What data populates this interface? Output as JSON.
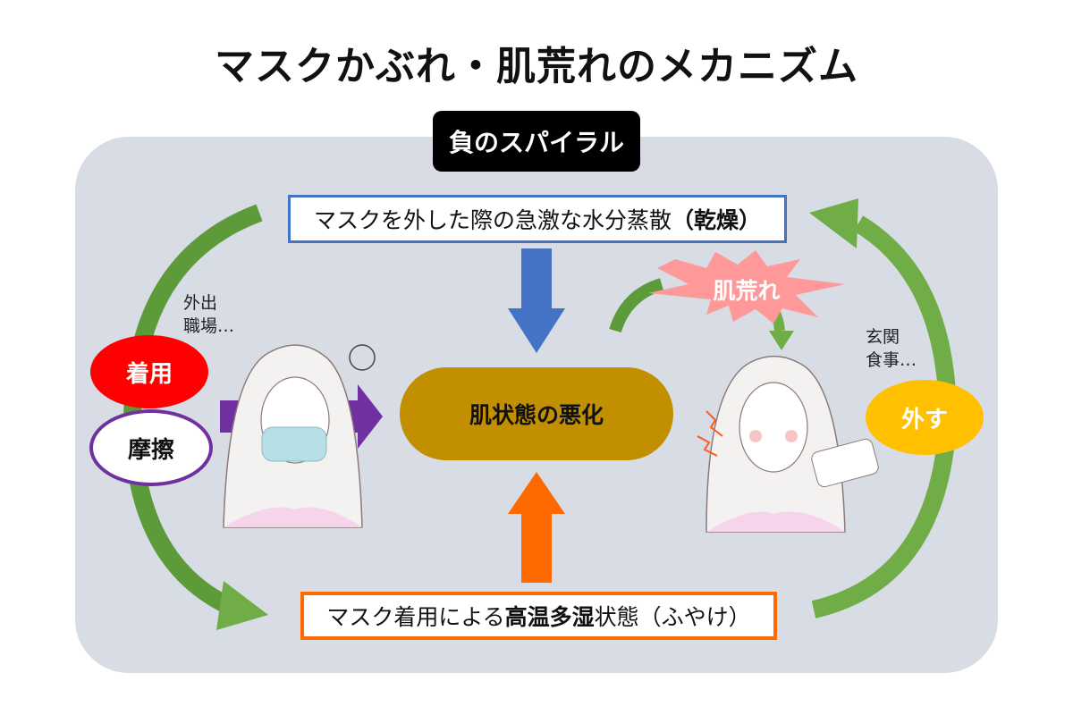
{
  "title": "マスクかぶれ・肌荒れのメカニズム",
  "badge": "負のスパイラル",
  "top_box": {
    "normal": "マスクを外した際の急激な水分蒸散",
    "bold": "（乾燥）"
  },
  "bottom_box": {
    "pre": "マスク着用による",
    "bold": "高温多湿",
    "post": "状態（ふやけ）"
  },
  "center": "肌状態の悪化",
  "left": {
    "wear": "着用",
    "friction": "摩擦",
    "note_line1": "外出",
    "note_line2": "職場…"
  },
  "right": {
    "remove": "外す",
    "burst": "肌荒れ",
    "note_line1": "玄関",
    "note_line2": "食事…"
  },
  "colors": {
    "panel": "#d7dce5",
    "top_border": "#4472c4",
    "bottom_border": "#ff6a00",
    "center_fill": "#c18f00",
    "wear_fill": "#ff0000",
    "friction_border": "#7030a0",
    "remove_fill": "#ffc000",
    "cycle_arrow": "#70ad47",
    "burst_fill": "#ff9999",
    "down_arrow": "#4472c4",
    "up_arrow": "#ff6a00",
    "right_arrow": "#7030a0"
  }
}
